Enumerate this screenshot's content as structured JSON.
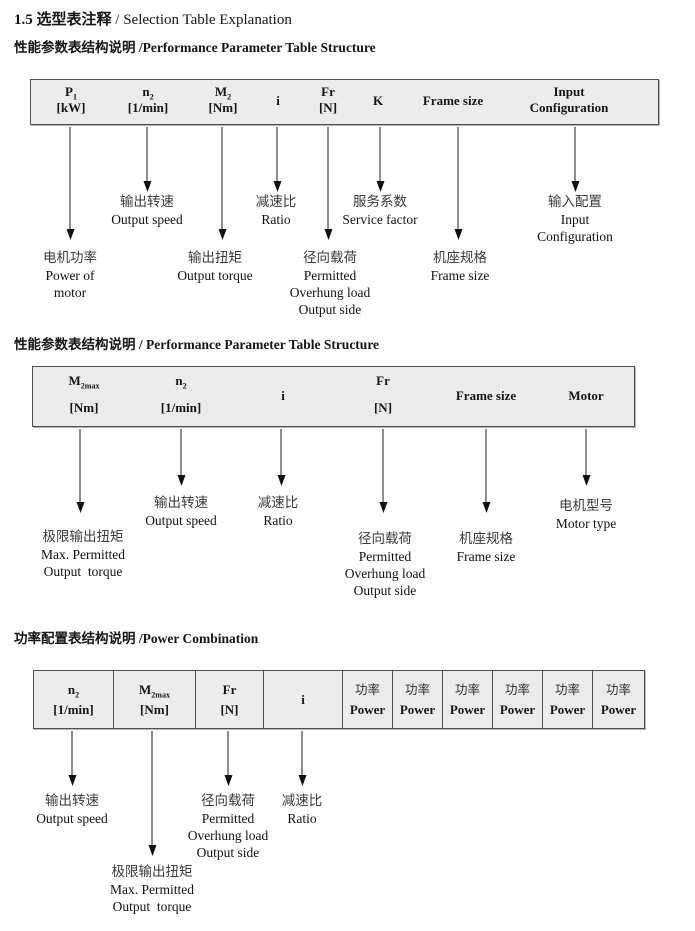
{
  "title": {
    "zh": "1.5 选型表注释",
    "sep": " / ",
    "en": "Selection Table Explanation"
  },
  "section1": {
    "heading": "性能参数表结构说明 /Performance Parameter Table Structure",
    "table": {
      "c0": {
        "sym": "P",
        "sub": "1",
        "unit": "[kW]"
      },
      "c1": {
        "sym": "n",
        "sub": "2",
        "unit": "[1/min]"
      },
      "c2": {
        "sym": "M",
        "sub": "2",
        "unit": "[Nm]"
      },
      "c3": {
        "sym": "i"
      },
      "c4": {
        "sym": "Fr",
        "unit": "[N]"
      },
      "c5": {
        "sym": "K"
      },
      "c6": {
        "sym": "Frame size"
      },
      "c7": {
        "line1": "Input",
        "line2": "Configuration"
      }
    },
    "labels": {
      "output_speed": [
        "输出转速",
        "Output speed"
      ],
      "ratio": [
        "减速比",
        "Ratio"
      ],
      "service_factor": [
        "服务系数",
        "Service factor"
      ],
      "input_config": [
        "输入配置",
        "Input",
        "Configuration"
      ],
      "power_of_motor": [
        "电机功率",
        "Power of",
        "motor"
      ],
      "output_torque": [
        "输出扭矩",
        "Output torque"
      ],
      "overhung": [
        "径向载荷",
        "Permitted",
        "Overhung load",
        "Output side"
      ],
      "frame_size": [
        "机座规格",
        "Frame size"
      ]
    }
  },
  "section2": {
    "heading": "性能参数表结构说明 / Performance Parameter Table Structure",
    "table": {
      "c0": {
        "sym": "M",
        "sub": "2max",
        "unit": "[Nm]"
      },
      "c1": {
        "sym": "n",
        "sub": "2",
        "unit": "[1/min]"
      },
      "c2": {
        "sym": "i"
      },
      "c3": {
        "sym": "Fr",
        "unit": "[N]"
      },
      "c4": {
        "sym": "Frame size"
      },
      "c5": {
        "sym": "Motor"
      }
    },
    "labels": {
      "max_torque": [
        "极限输出扭矩",
        "Max. Permitted",
        "Output  torque"
      ],
      "output_speed": [
        "输出转速",
        "Output speed"
      ],
      "ratio": [
        "减速比",
        "Ratio"
      ],
      "overhung": [
        "径向载荷",
        "Permitted",
        "Overhung load",
        "Output side"
      ],
      "frame_size": [
        "机座规格",
        "Frame size"
      ],
      "motor_type": [
        "电机型号",
        "Motor type"
      ]
    }
  },
  "section3": {
    "heading": "功率配置表结构说明 /Power Combination",
    "table": {
      "c0": {
        "sym": "n",
        "sub": "2",
        "unit": "[1/min]"
      },
      "c1": {
        "sym": "M",
        "sub": "2max",
        "unit": "[Nm]"
      },
      "c2": {
        "sym": "Fr",
        "unit": "[N]"
      },
      "c3": {
        "sym": "i"
      },
      "power": {
        "zh": "功率",
        "en": "Power"
      }
    },
    "labels": {
      "output_speed": [
        "输出转速",
        "Output speed"
      ],
      "max_torque": [
        "极限输出扭矩",
        "Max. Permitted",
        "Output  torque"
      ],
      "overhung": [
        "径向载荷",
        "Permitted",
        "Overhung load",
        "Output side"
      ],
      "ratio": [
        "减速比",
        "Ratio"
      ]
    }
  }
}
